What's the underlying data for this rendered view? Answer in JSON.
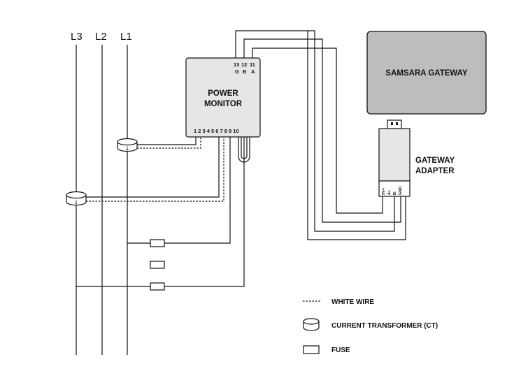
{
  "lines": [
    "L3",
    "L2",
    "L1"
  ],
  "power_monitor": {
    "title_line1": "POWER",
    "title_line2": "MONITOR",
    "top_numbers": [
      "13",
      "12",
      "11"
    ],
    "top_letters": [
      "G",
      "B",
      "A"
    ],
    "bottom_terminals": "1 2 3 4 5 6 7 8 9 10"
  },
  "gateway": {
    "title": "SAMSARA GATEWAY"
  },
  "adapter": {
    "title_line1": "GATEWAY",
    "title_line2": "ADAPTER",
    "pins": [
      "5V+",
      "A+",
      "B-",
      "GND"
    ]
  },
  "legend": {
    "white_wire": "WHITE WIRE",
    "ct": "CURRENT TRANSFORMER (CT)",
    "fuse": "FUSE"
  },
  "colors": {
    "gateway_fill": "#bdbdbd",
    "box_fill": "#e6e6e6",
    "stroke": "#111111"
  }
}
